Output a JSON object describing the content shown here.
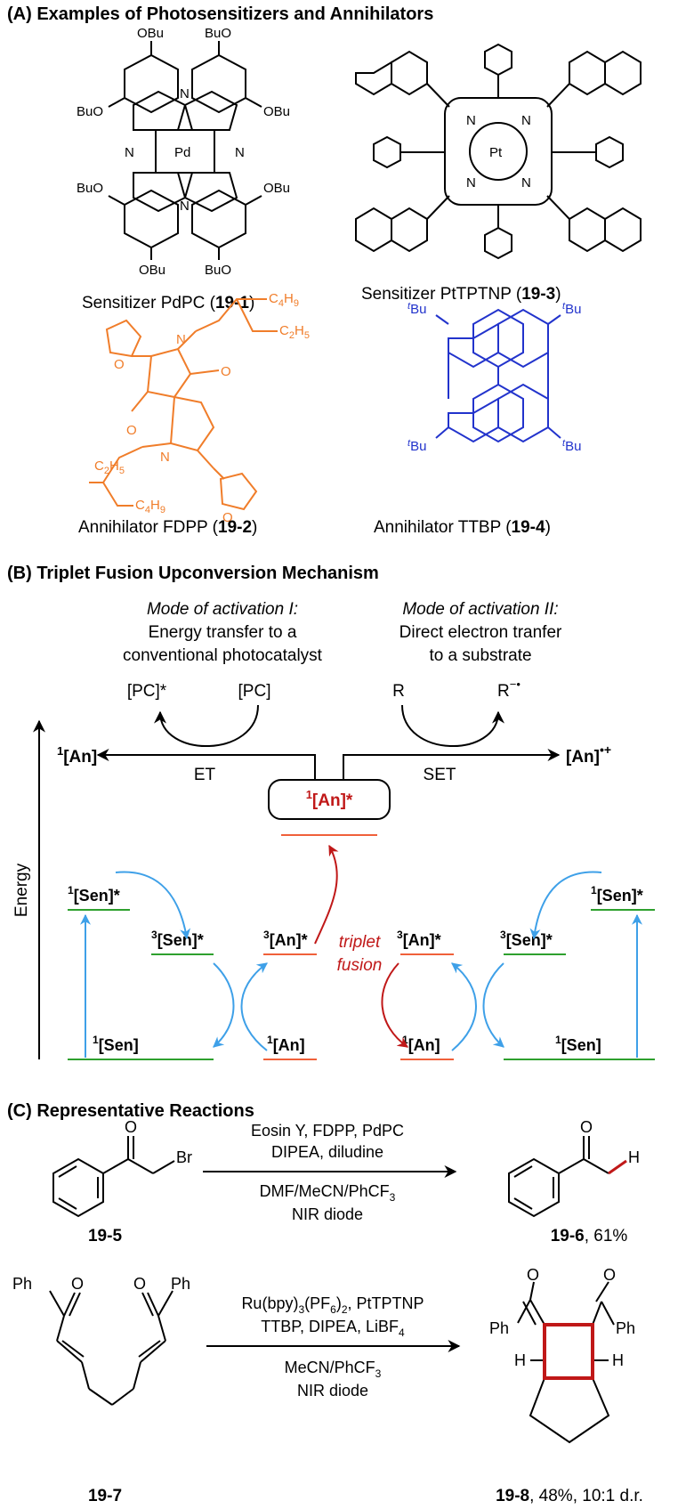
{
  "sections": {
    "a": "(A) Examples of Photosensitizers and Annihilators",
    "b": "(B) Triplet Fusion Upconversion Mechanism",
    "c": "(C) Representative Reactions"
  },
  "molecules": {
    "pdpc": {
      "caption_prefix": "Sensitizer PdPC (",
      "caption_id": "19-1",
      "caption_suffix": ")",
      "metal": "Pd",
      "substituent": "OBu",
      "substituent_alt": "BuO",
      "n_atom": "N"
    },
    "ptptnp": {
      "caption_prefix": "Sensitizer PtTPTNP (",
      "caption_id": "19-3",
      "caption_suffix": ")",
      "metal": "Pt",
      "n_atom": "N"
    },
    "fdpp": {
      "caption_prefix": "Annihilator FDPP (",
      "caption_id": "19-2",
      "caption_suffix": ")",
      "c4h9_main": "C",
      "c4h9_sub": "4",
      "c4h9_end": "H",
      "c4h9_sub2": "9",
      "c2h5_main": "C",
      "c2h5_sub": "2",
      "c2h5_end": "H",
      "c2h5_sub2": "5",
      "o_atom": "O",
      "n_atom": "N"
    },
    "ttbp": {
      "caption_prefix": "Annihilator TTBP (",
      "caption_id": "19-4",
      "caption_suffix": ")",
      "tbu_t": "t",
      "tbu_rest": "Bu"
    }
  },
  "mechanism": {
    "mode1_title": "Mode of activation I:",
    "mode1_line1": "Energy transfer to a",
    "mode1_line2": "conventional photocatalyst",
    "mode2_title": "Mode of activation II:",
    "mode2_line1": "Direct electron tranfer",
    "mode2_line2": "to a substrate",
    "pc_star": "[PC]*",
    "pc": "[PC]",
    "r": "R",
    "r_radical_base": "R",
    "r_radical_sup": "−•",
    "an_singlet_ground_sup": "1",
    "an_singlet_ground": "[An]",
    "an_radical_cation": "[An]",
    "an_radical_cation_sup": "•+",
    "et": "ET",
    "set": "SET",
    "an_singlet_excited_sup": "1",
    "an_singlet_excited": "[An]*",
    "energy_axis": "Energy",
    "sen_singlet_excited_sup": "1",
    "sen_singlet_excited": "[Sen]*",
    "sen_triplet_sup": "3",
    "sen_triplet": "[Sen]*",
    "an_triplet_sup": "3",
    "an_triplet": "[An]*",
    "triplet_fusion_1": "triplet",
    "triplet_fusion_2": "fusion",
    "an_ground_sup": "1",
    "an_ground": "[An]",
    "sen_ground_sup": "1",
    "sen_ground": "[Sen]"
  },
  "reactions": {
    "r1": {
      "reactant_id": "19-5",
      "product_id": "19-6",
      "product_yield": ", 61%",
      "conditions_above_1": "Eosin Y, FDPP, PdPC",
      "conditions_above_2": "DIPEA, diludine",
      "conditions_below_1_a": "DMF/MeCN/PhCF",
      "conditions_below_1_sub": "3",
      "conditions_below_2": "NIR diode",
      "o_atom": "O",
      "br_atom": "Br",
      "h_atom": "H"
    },
    "r2": {
      "reactant_id": "19-7",
      "product_id": "19-8",
      "product_yield": ", 48%, 10:1 d.r.",
      "conditions_above_1_a": "Ru(bpy)",
      "conditions_above_1_sub1": "3",
      "conditions_above_1_b": "(PF",
      "conditions_above_1_sub2": "6",
      "conditions_above_1_c": ")",
      "conditions_above_1_sub3": "2",
      "conditions_above_1_d": ", PtTPTNP",
      "conditions_above_2_a": "TTBP, DIPEA, LiBF",
      "conditions_above_2_sub": "4",
      "conditions_below_1_a": "MeCN/PhCF",
      "conditions_below_1_sub": "3",
      "conditions_below_2": "NIR diode",
      "ph": "Ph",
      "o_atom": "O",
      "h_atom": "H"
    }
  },
  "colors": {
    "orange": "#f07d2a",
    "blue": "#2233cc",
    "red": "#c01818",
    "arrow_blue": "#3ea0e8",
    "green": "#2ea02e",
    "level_orange": "#f0603a"
  }
}
